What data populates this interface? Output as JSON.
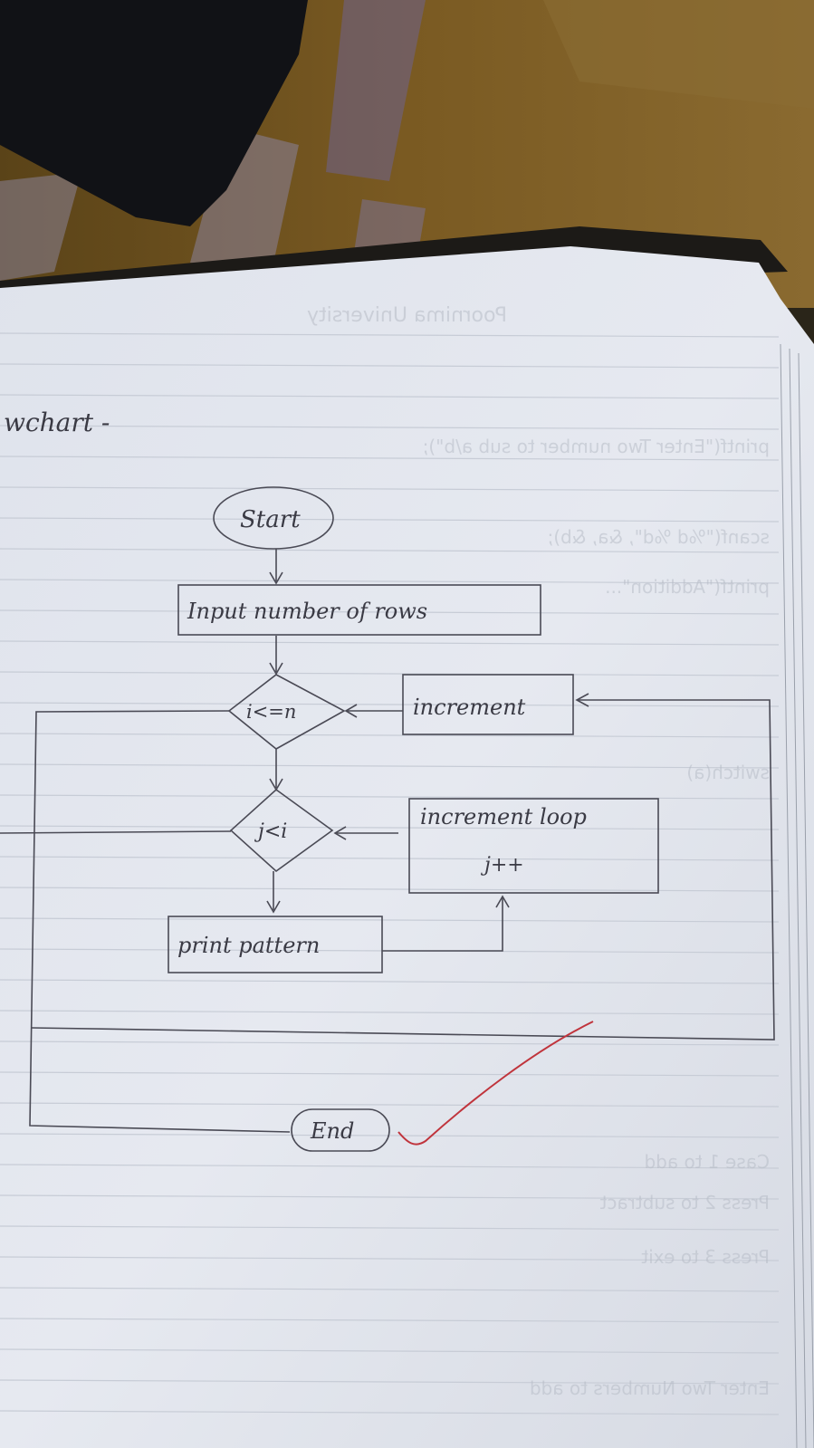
{
  "photo": {
    "page_heading": "wchart -",
    "watermark": "Poornima University"
  },
  "flowchart": {
    "start": "Start",
    "input": "Input number of rows",
    "outer_condition": "i<=n",
    "outer_increment": "increment",
    "inner_condition": "j<i",
    "inner_increment_line1": "increment loop",
    "inner_increment_line2": "j++",
    "print": "print pattern",
    "end": "End"
  },
  "bleed_through": {
    "line1": "printf(\"Enter Two number to sub a/b\");",
    "line2": "scanf(\"%d %d\", &a, &b);",
    "line3": "printf(\"Addition\"...",
    "line4": "switch(a)",
    "line5": "Case 1 to add",
    "line6": "Press 2 to subtract",
    "line7": "Press 3 to exit",
    "line8": "Enter Two Numbers to add"
  },
  "colors": {
    "ink": "#3a3a44",
    "check_mark": "#c0343c",
    "paper": "#e2e6ee",
    "carpet": "#7a5a22"
  }
}
